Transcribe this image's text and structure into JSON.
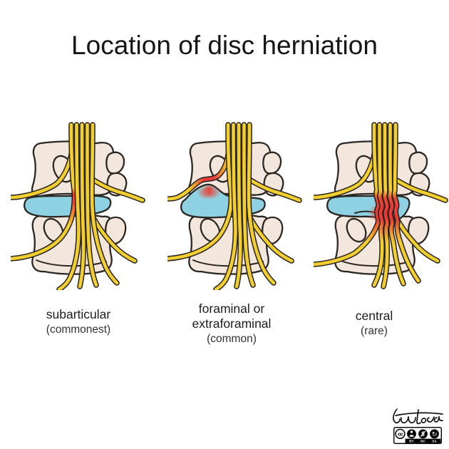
{
  "title": "Location of disc herniation",
  "figures": [
    {
      "name": "subarticular",
      "label": "subarticular",
      "sublabel": "(commonest)"
    },
    {
      "name": "foraminal",
      "label": "foraminal or extraforaminal",
      "sublabel": "(common)"
    },
    {
      "name": "central",
      "label": "central",
      "sublabel": "(rare)"
    }
  ],
  "license": {
    "cc_label": "cc",
    "by": "BY",
    "nc": "NC",
    "sa": "SA"
  },
  "colors": {
    "background": "#ffffff",
    "bone": "#f3e6dc",
    "disc": "#8ed1e2",
    "nerve": "#f2cf2e",
    "outline": "#2a2622",
    "herniation": "#e83a36"
  }
}
